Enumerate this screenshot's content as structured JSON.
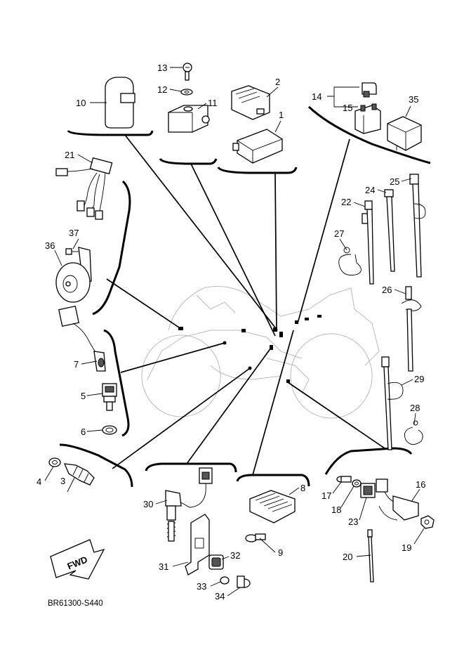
{
  "callouts": [
    "1",
    "2",
    "3",
    "4",
    "5",
    "6",
    "7",
    "8",
    "9",
    "10",
    "11",
    "12",
    "13",
    "14",
    "15",
    "16",
    "17",
    "18",
    "19",
    "20",
    "21",
    "22",
    "23",
    "24",
    "25",
    "26",
    "27",
    "28",
    "29",
    "30",
    "31",
    "32",
    "33",
    "34",
    "35",
    "36",
    "37"
  ],
  "forward_arrow_label": "FWD",
  "diagram_code": "BR61300-S440"
}
